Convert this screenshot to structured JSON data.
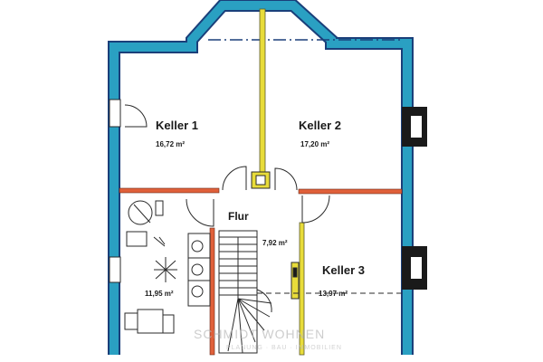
{
  "colors": {
    "outer_wall": "#2aa0c2",
    "outer_wall_edge": "#1a3f7a",
    "inner_wall_red": "#e0603a",
    "inner_wall_yellow": "#e8dc3a",
    "window": "#1a1a1a",
    "line": "#2a2a2a"
  },
  "rooms": {
    "keller1": {
      "name": "Keller 1",
      "area": "16,72 m²"
    },
    "keller2": {
      "name": "Keller 2",
      "area": "17,20 m²"
    },
    "flur": {
      "name": "Flur",
      "area": "7,92 m²"
    },
    "keller3": {
      "name": "Keller 3",
      "area": "13,97 m²"
    },
    "utility": {
      "area": "11,95 m²"
    }
  },
  "watermark": {
    "main": "SCHMIDT WOHNEN",
    "sub": "PLANUNG · BAU · IMMOBILIEN"
  },
  "icons": [
    "window-icon",
    "door-swing-icon",
    "stair-icon",
    "boiler-icon",
    "tank-icon"
  ]
}
